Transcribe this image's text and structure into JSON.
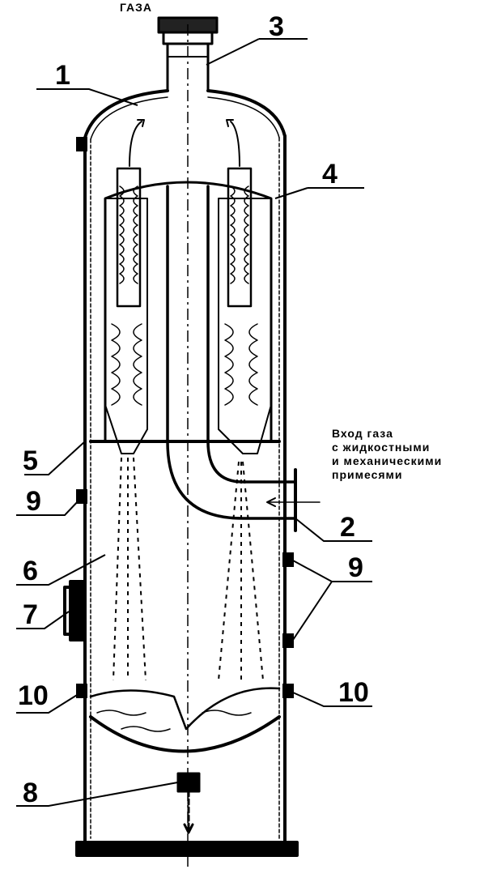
{
  "top_caption": "ГАЗА",
  "inlet_caption": {
    "line1": "Вход газа",
    "line2": "с жидкостными",
    "line3": "и механическими",
    "line4": "примесями"
  },
  "labels": {
    "l1": "1",
    "l2": "2",
    "l3": "3",
    "l4": "4",
    "l5": "5",
    "l6": "6",
    "l7": "7",
    "l8": "8",
    "l9a": "9",
    "l9b": "9",
    "l10a": "10",
    "l10b": "10"
  },
  "colors": {
    "ink": "#000000",
    "paper": "#ffffff"
  }
}
